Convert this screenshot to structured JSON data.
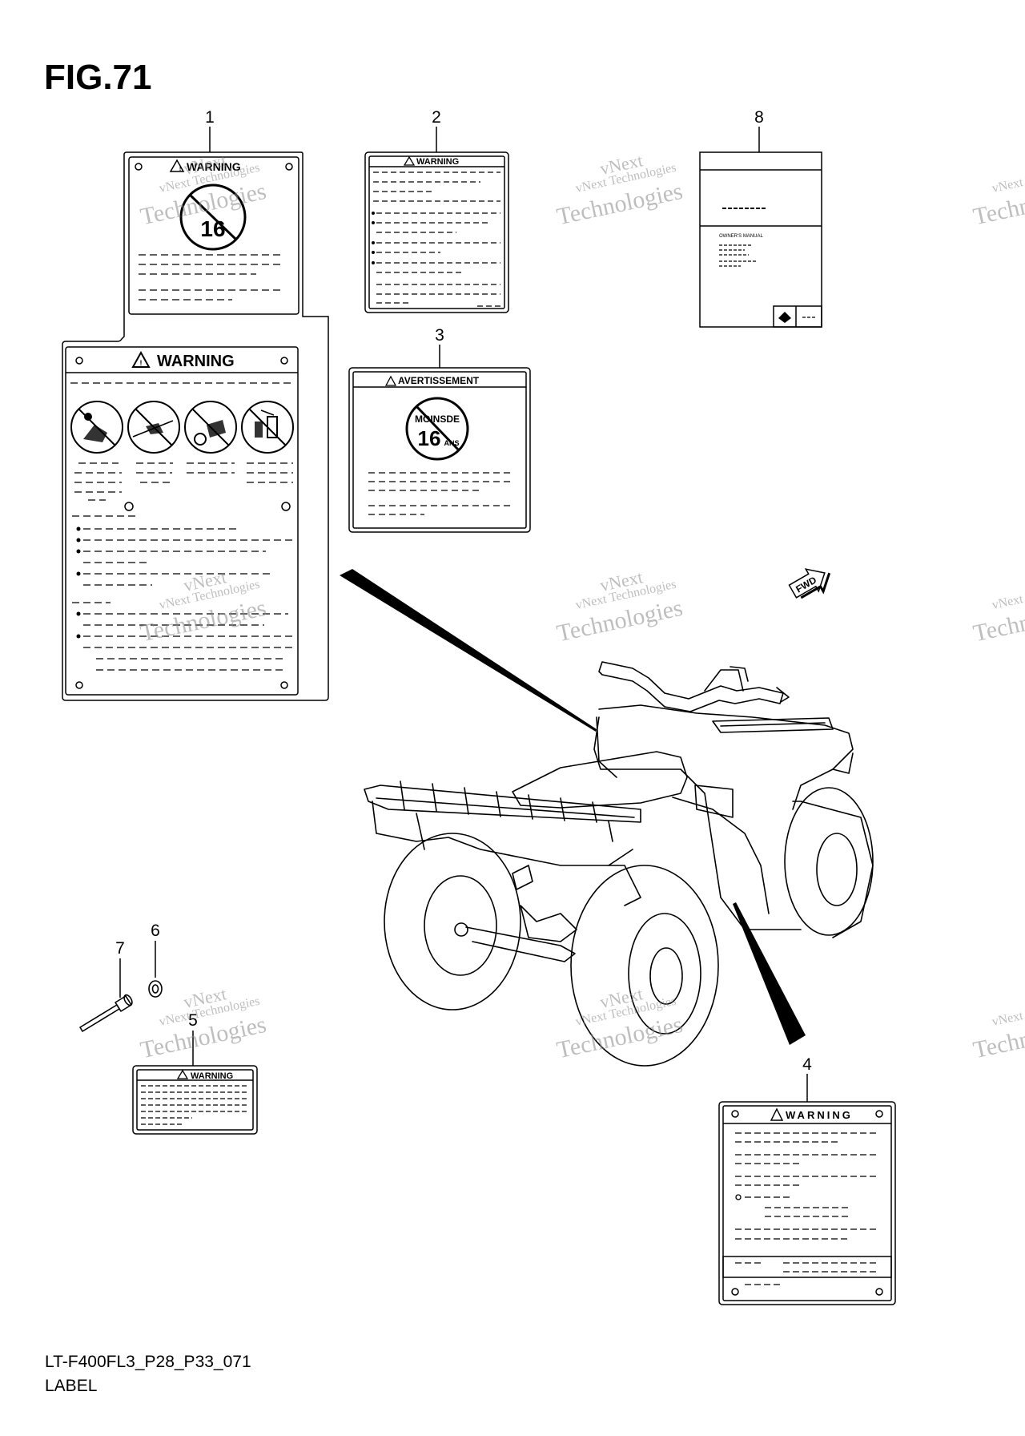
{
  "figure": {
    "title": "FIG.71",
    "code": "LT-F400FL3_P28_P33_071",
    "caption": "LABEL"
  },
  "callouts": [
    "1",
    "2",
    "3",
    "4",
    "5",
    "6",
    "7",
    "8"
  ],
  "labels": {
    "label1_top_heading": "WARNING",
    "label1_top_age": "16",
    "label1_bottom_heading": "WARNING",
    "label2_heading": "WARNING",
    "label3_heading": "AVERTISSEMENT",
    "label3_age_line1": "MOINSDE",
    "label3_age_line2": "16",
    "label3_age_unit": "ANS",
    "label4_heading": "WARNING",
    "label5_heading": "WARNING",
    "label8_manual": "OWNER'S MANUAL",
    "fwd": "FWD"
  },
  "watermark": {
    "line1": "vNext Technologies",
    "line2": "Technologies",
    "line3": "vNext"
  },
  "colors": {
    "ink": "#000000",
    "watermark": "#8a8a8a",
    "paper": "#ffffff"
  }
}
